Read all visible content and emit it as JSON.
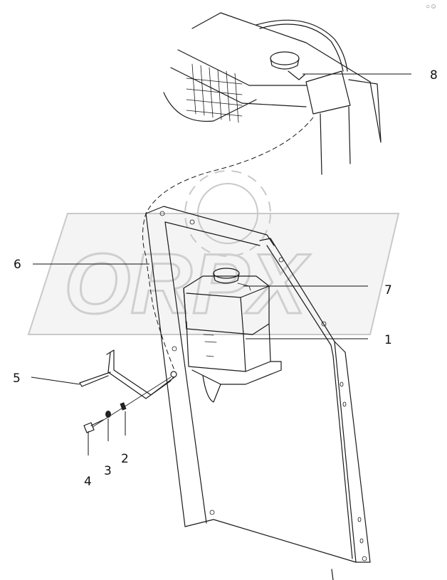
{
  "callouts": [
    {
      "id": "1",
      "label": "1"
    },
    {
      "id": "2",
      "label": "2"
    },
    {
      "id": "3",
      "label": "3"
    },
    {
      "id": "4",
      "label": "4"
    },
    {
      "id": "5",
      "label": "5"
    },
    {
      "id": "6",
      "label": "6"
    },
    {
      "id": "7",
      "label": "7"
    },
    {
      "id": "8",
      "label": "8"
    }
  ],
  "watermark": {
    "text": "ORPX"
  },
  "corner_mark": {
    "text": "○☺"
  }
}
